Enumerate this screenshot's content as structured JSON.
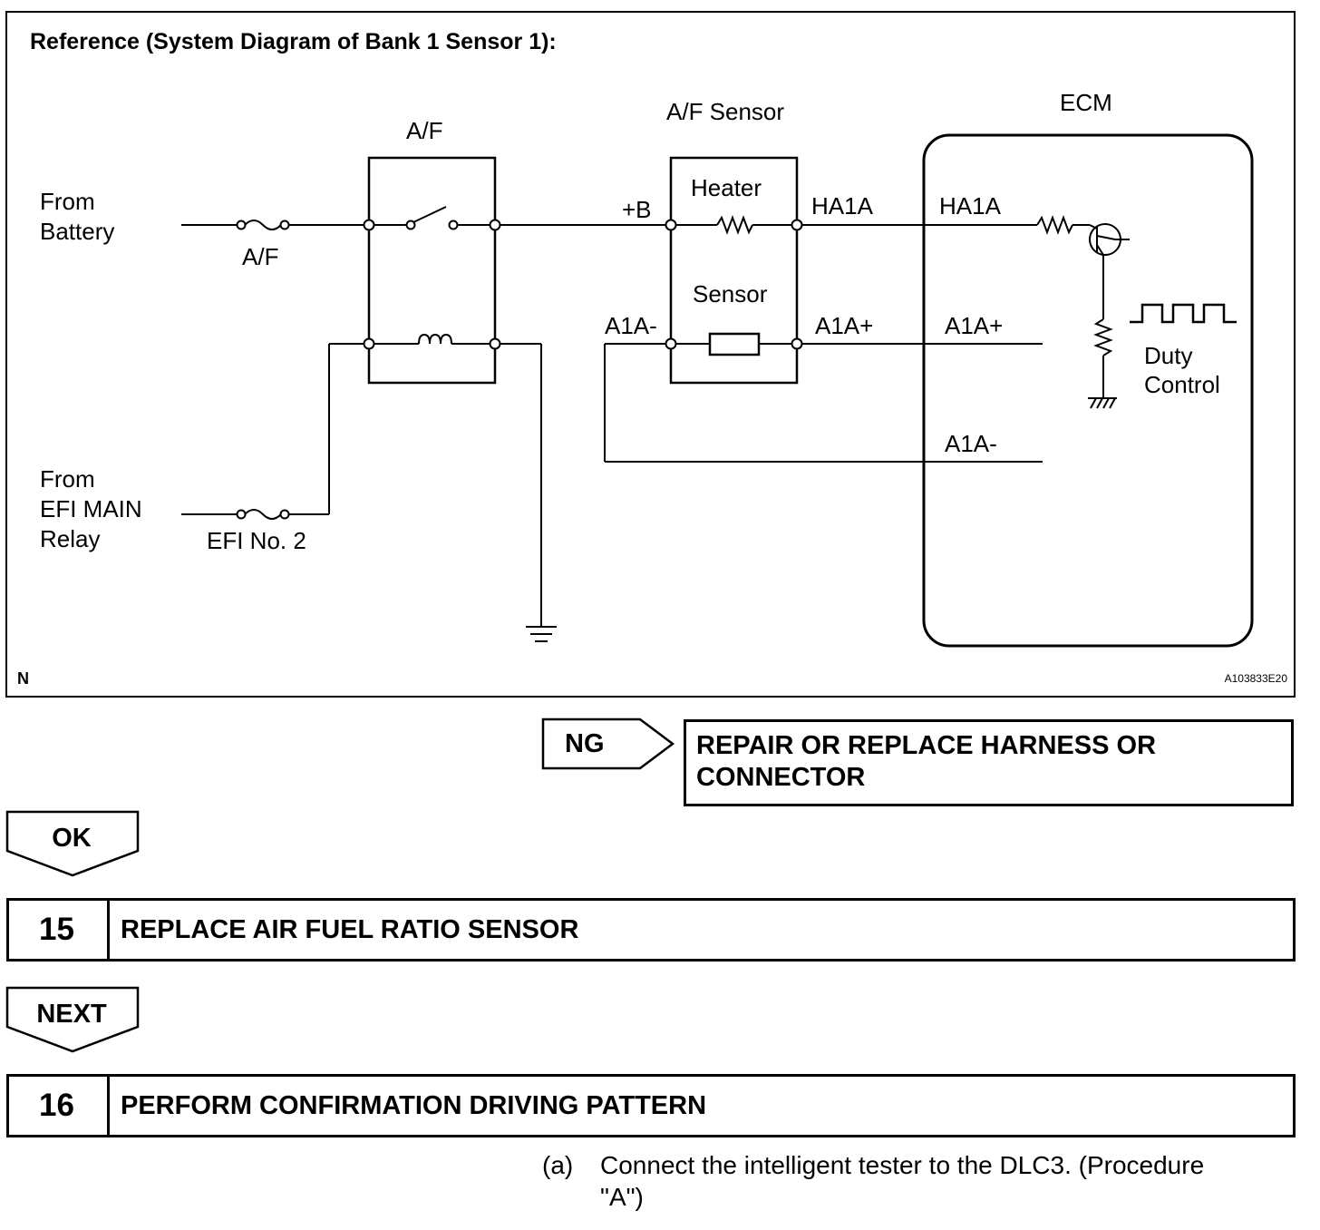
{
  "diagram": {
    "title": "Reference (System Diagram of Bank 1 Sensor 1):",
    "labels": {
      "from_battery_1": "From",
      "from_battery_2": "Battery",
      "af_fuse": "A/F",
      "from_efi_1": "From",
      "from_efi_2": "EFI MAIN",
      "from_efi_3": "Relay",
      "efi_fuse": "EFI No. 2",
      "af_relay": "A/F",
      "af_sensor": "A/F Sensor",
      "heater": "Heater",
      "sensor": "Sensor",
      "plus_b": "+B",
      "ha1a_sensor": "HA1A",
      "a1a_plus_sensor": "A1A+",
      "a1a_minus_sensor": "A1A-",
      "ecm": "ECM",
      "ha1a_ecm": "HA1A",
      "a1a_plus_ecm": "A1A+",
      "a1a_minus_ecm": "A1A-",
      "duty_1": "Duty",
      "duty_2": "Control",
      "corner_n": "N",
      "figure_code": "A103833E20"
    }
  },
  "flow": {
    "ng_label": "NG",
    "ng_action_line1": "REPAIR OR REPLACE HARNESS OR",
    "ng_action_line2": "CONNECTOR",
    "ok_label": "OK",
    "next_label": "NEXT",
    "steps": [
      {
        "number": "15",
        "title": "REPLACE AIR FUEL RATIO SENSOR"
      },
      {
        "number": "16",
        "title": "PERFORM CONFIRMATION DRIVING PATTERN"
      }
    ],
    "substep_marker": "(a)",
    "substep_line1": "Connect the intelligent tester to the DLC3. (Procedure",
    "substep_line2": "\"A\")"
  }
}
